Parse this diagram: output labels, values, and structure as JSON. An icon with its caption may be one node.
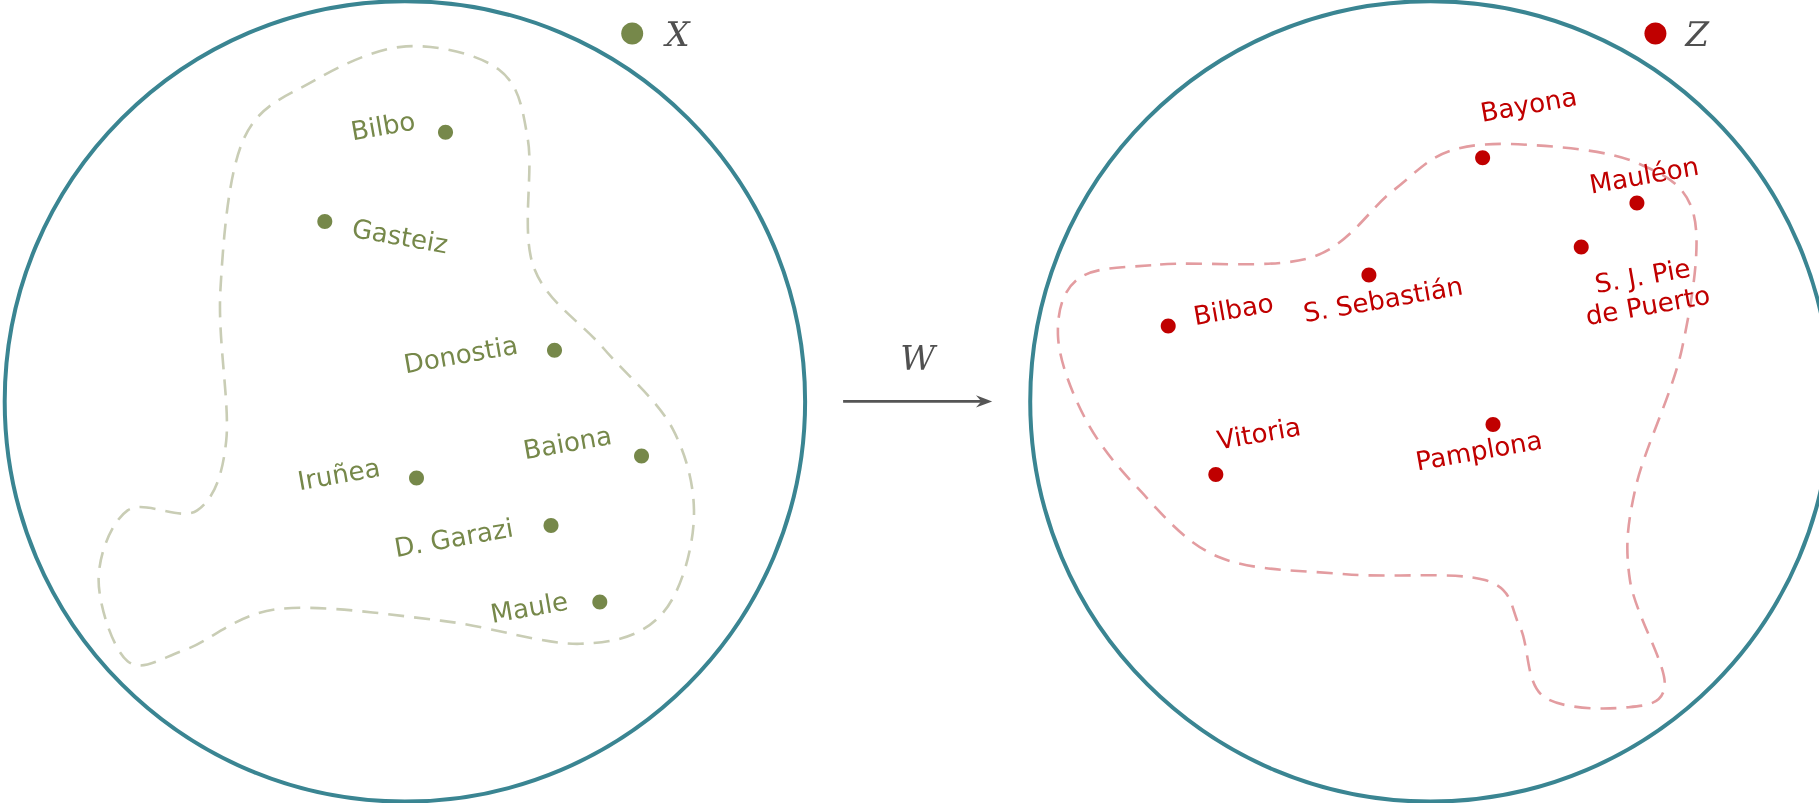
{
  "diagram": {
    "nodes": [
      {
        "text": [],
        "shape": "circle",
        "beside": [
          "X"
        ]
      },
      {
        "text": [],
        "shape": "circle",
        "beside": [
          "Z"
        ]
      }
    ],
    "edges": [
      {
        "from": 0,
        "to": 1,
        "arrow": "to",
        "label": "W"
      }
    ],
    "labels": [
      "Bilbo",
      "Gasteiz",
      "Donostia",
      "Iruñea",
      "Baiona",
      "D. Garazi",
      "Maule",
      "Bayona",
      "Mauléon",
      "S. J. Pie de Puerto",
      "Bilbao",
      "S. Sebastián",
      "Vitoria",
      "Pamplona"
    ]
  }
}
